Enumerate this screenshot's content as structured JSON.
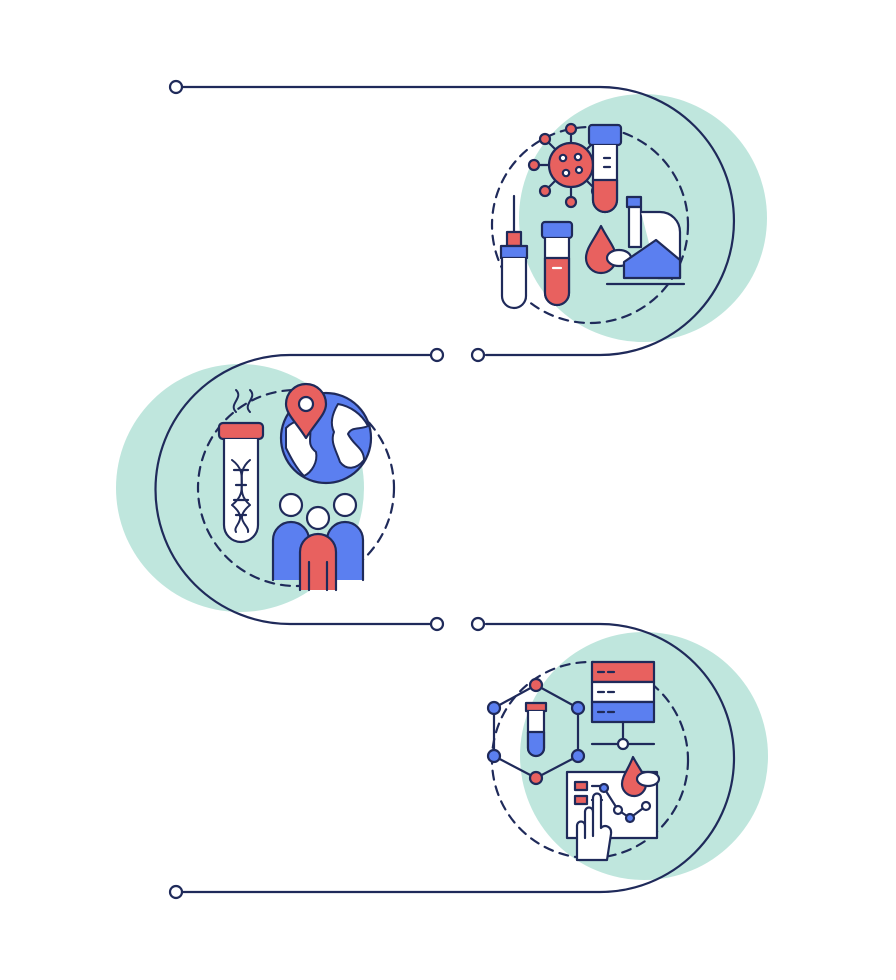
{
  "diagram": {
    "type": "vertical-timeline-infographic",
    "steps": [
      {
        "icon": "virus-lab-testing-icon",
        "side": "right"
      },
      {
        "icon": "dna-global-population-icon",
        "side": "left"
      },
      {
        "icon": "data-network-analysis-icon",
        "side": "right"
      }
    ]
  },
  "colors": {
    "line": "#1f2a5a",
    "teal": "#bfe6dd",
    "red": "#e8615f",
    "blue": "#5b7ff0",
    "white": "#ffffff"
  }
}
